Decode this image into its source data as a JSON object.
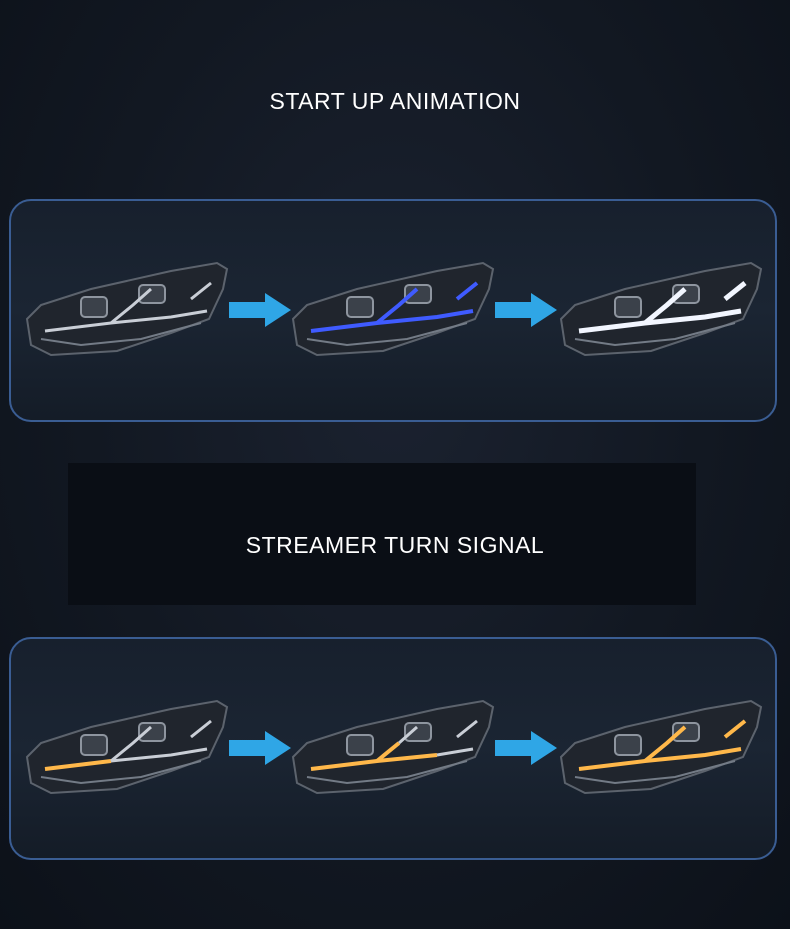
{
  "sections": {
    "startup": {
      "title": "START UP ANIMATION"
    },
    "turn": {
      "title": "STREAMER TURN SIGNAL"
    }
  },
  "colors": {
    "panel_border": "#3a5d93",
    "arrow": "#2fa6e6",
    "drl_off": "#c9ced6",
    "drl_blue": "#3f5bff",
    "drl_white": "#f2f6ff",
    "turn_amber": "#ffb84a"
  },
  "images": [
    {
      "name": "headlamp-off",
      "state": "off"
    },
    {
      "name": "headlamp-blue",
      "state": "blue"
    },
    {
      "name": "headlamp-white",
      "state": "white"
    },
    {
      "name": "headlamp-turn-1",
      "state": "amber"
    },
    {
      "name": "headlamp-turn-2",
      "state": "amber"
    },
    {
      "name": "headlamp-turn-3",
      "state": "amber"
    }
  ]
}
